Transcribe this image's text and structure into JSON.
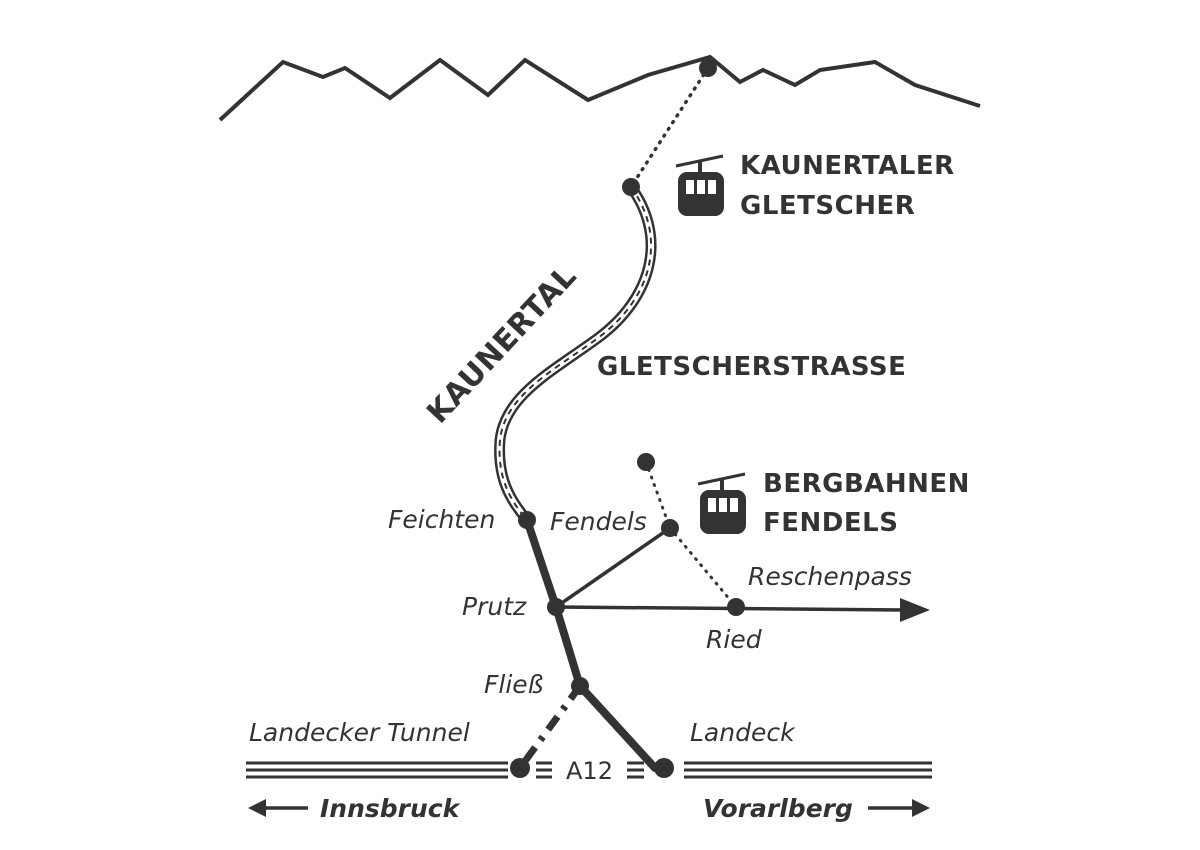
{
  "colors": {
    "ink": "#333333",
    "background": "#ffffff"
  },
  "icons": [
    "gondola-icon",
    "arrow-left-icon",
    "arrow-right-icon"
  ],
  "labels": {
    "kaunertaler_line1": "KAUNERTALER",
    "kaunertaler_line2": "GLETSCHER",
    "kaunertal": "KAUNERTAL",
    "gletscherstrasse": "GLETSCHERSTRASSE",
    "bergbahnen_line1": "BERGBAHNEN",
    "bergbahnen_line2": "FENDELS"
  },
  "places": {
    "feichten": "Feichten",
    "fendels": "Fendels",
    "prutz": "Prutz",
    "ried": "Ried",
    "fliess": "Fließ",
    "landecker_tunnel": "Landecker Tunnel",
    "landeck": "Landeck"
  },
  "directions": {
    "reschenpass": "Reschenpass",
    "innsbruck": "Innsbruck",
    "vorarlberg": "Vorarlberg"
  },
  "roads": {
    "motorway": "A12"
  }
}
